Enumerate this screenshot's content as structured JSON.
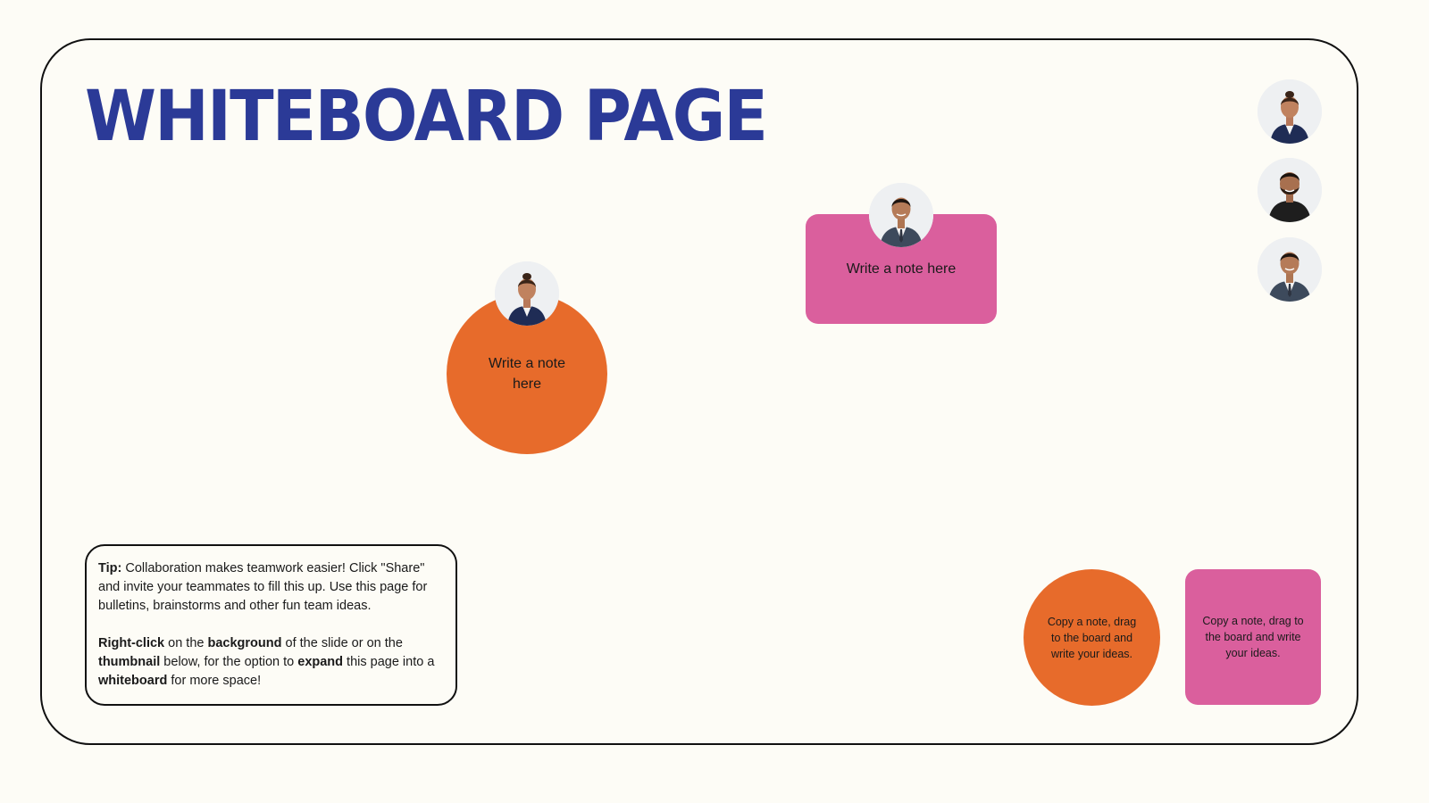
{
  "title": "WHITEBOARD PAGE",
  "notes": {
    "circle_large": {
      "text": "Write a note here",
      "color": "#e76b2b"
    },
    "rect_large": {
      "text": "Write a note here",
      "color": "#da5f9d"
    },
    "circle_template": {
      "text": "Copy a note, drag to the board and write your ideas.",
      "color": "#e76b2b"
    },
    "rect_template": {
      "text": "Copy a note, drag to the board and write your ideas.",
      "color": "#da5f9d"
    }
  },
  "avatars": [
    {
      "name": "woman-avatar",
      "person": "woman"
    },
    {
      "name": "man-bearded-avatar",
      "person": "man-bearded"
    },
    {
      "name": "man-suit-avatar",
      "person": "man-suit"
    }
  ],
  "tip": {
    "p1_label": "Tip:",
    "p1_text": " Collaboration makes teamwork easier! Click \"Share\" and invite your teammates to fill this up. Use this page for bulletins, brainstorms and other fun team ideas.",
    "p2": [
      {
        "text": "Right-click",
        "bold": true
      },
      {
        "text": " on the ",
        "bold": false
      },
      {
        "text": "background",
        "bold": true
      },
      {
        "text": " of the slide or on the ",
        "bold": false
      },
      {
        "text": "thumbnail",
        "bold": true
      },
      {
        "text": " below, for the option to ",
        "bold": false
      },
      {
        "text": "expand",
        "bold": true
      },
      {
        "text": " this page into a ",
        "bold": false
      },
      {
        "text": "whiteboard",
        "bold": true
      },
      {
        "text": " for more space!",
        "bold": false
      }
    ]
  },
  "colors": {
    "title": "#2b3a97",
    "orange": "#e76b2b",
    "pink": "#da5f9d",
    "background": "#fdfcf6",
    "border": "#111111"
  }
}
